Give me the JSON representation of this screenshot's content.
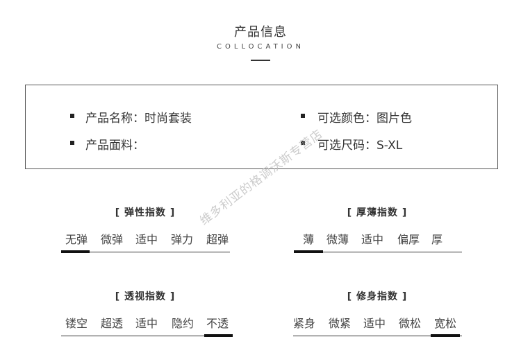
{
  "header": {
    "title": "产品信息",
    "subtitle": "COLLOCATION"
  },
  "info": {
    "name": "产品名称：时尚套装",
    "fabric": "产品面料：",
    "color": "可选颜色：图片色",
    "size": "可选尺码：S-XL"
  },
  "scales": {
    "elasticity": {
      "title": "[ 弹性指数 ]",
      "options": [
        "无弹",
        "微弹",
        "适中",
        "弹力",
        "超弹"
      ],
      "selected_index": 0
    },
    "thickness": {
      "title": "[ 厚薄指数 ]",
      "options": [
        "薄",
        "微薄",
        "适中",
        "偏厚",
        "厚"
      ],
      "selected_index": 0
    },
    "transparency": {
      "title": "[ 透视指数 ]",
      "options": [
        "镂空",
        "超透",
        "适中",
        "隐约",
        "不透"
      ],
      "selected_index": 4
    },
    "fit": {
      "title": "[ 修身指数 ]",
      "options": [
        "紧身",
        "微紧",
        "适中",
        "微松",
        "宽松"
      ],
      "selected_index": 4
    }
  },
  "watermark": "维多利亚的格调沃斯专营店"
}
